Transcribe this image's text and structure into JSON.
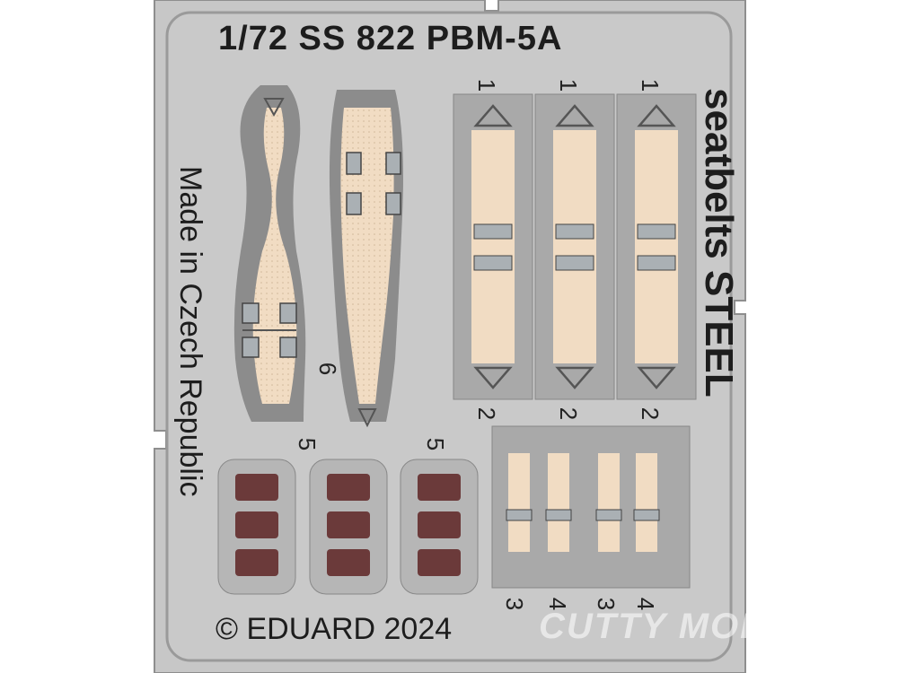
{
  "fret": {
    "title": "1/72   SS 822 PBM-5A",
    "subtitle": "seatbelts STEEL",
    "origin": "Made in Czech Republic",
    "copyright": "© EDUARD 2024",
    "watermark": "CUTTY MODEL",
    "part_numbers": {
      "belt_top": "1",
      "belt_bottom": "2",
      "lap_a": "3",
      "lap_b": "4",
      "pads": "5",
      "harness": "6"
    }
  },
  "colors": {
    "steel": "#c7c7c7",
    "frame_edge": "#8e8e8e",
    "belt_fill": "#f1dcc3",
    "belt_dots": "#b89c7c",
    "pad": "#6b3a3a",
    "hardware": "#aab0b4"
  },
  "icons": [
    "buckle-icon",
    "triangle-ring-icon",
    "pad-icon"
  ]
}
